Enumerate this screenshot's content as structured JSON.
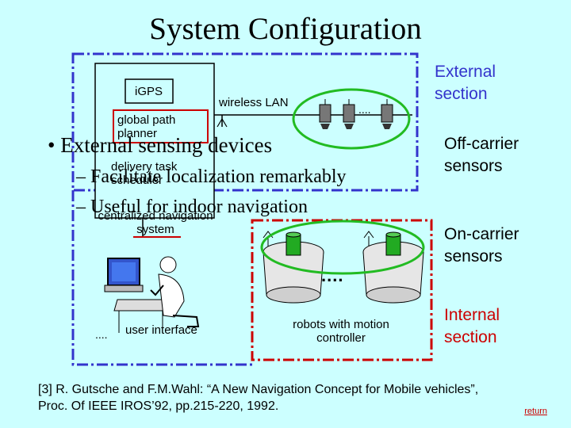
{
  "title": "System Configuration",
  "diagram": {
    "igps_label": "iGPS",
    "wireless_lan_label": "wireless LAN",
    "dots": "....",
    "global_path_planner_label": "global path planner",
    "delivery_task_scheduler_label": "delivery task scheduler",
    "centralized_navigation_system_label": "centralized navigation system",
    "user_interface_label": "user interface",
    "robots_label": "robots with motion controller",
    "vertical_dots": "....",
    "colors": {
      "external_box": "#3333cc",
      "internal_box": "#cc0000",
      "highlight_ellipse": "#22bb22",
      "highlight_box": "#cc0000"
    }
  },
  "side_labels": {
    "external_section": "External section",
    "off_carrier_sensors": "Off-carrier sensors",
    "on_carrier_sensors": "On-carrier sensors",
    "internal_section": "Internal section"
  },
  "bullets": {
    "main": "External sensing devices",
    "sub_items": [
      "Facilitate localization remarkably",
      "Useful for  indoor navigation"
    ]
  },
  "citation": {
    "line1": "[3] R. Gutsche and F.M.Wahl: “A New Navigation Concept for Mobile vehicles”,",
    "line2": "Proc. Of IEEE IROS’92, pp.215-220, 1992."
  },
  "return_link": "return"
}
